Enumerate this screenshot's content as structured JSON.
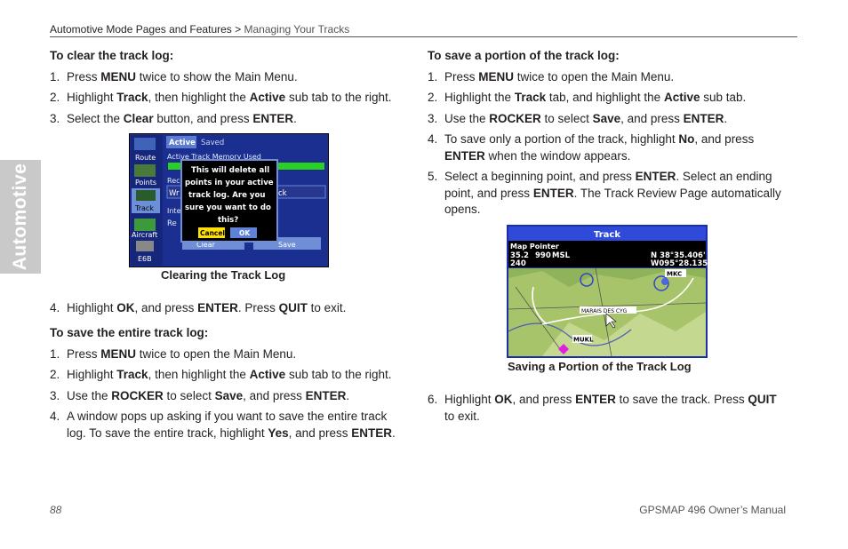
{
  "header": {
    "breadcrumb_main": "Automotive Mode Pages and Features > ",
    "breadcrumb_sub": "Managing Your Tracks"
  },
  "side_tab": "Automotive",
  "left": {
    "clear": {
      "heading": "To clear the track log:",
      "steps": [
        {
          "num": "1.",
          "parts": [
            [
              "Press ",
              false
            ],
            [
              "MENU",
              true
            ],
            [
              " twice to show the Main Menu.",
              false
            ]
          ]
        },
        {
          "num": "2.",
          "parts": [
            [
              "Highlight ",
              false
            ],
            [
              "Track",
              true
            ],
            [
              ", then highlight the ",
              false
            ],
            [
              "Active",
              true
            ],
            [
              " sub tab to the right.",
              false
            ]
          ]
        },
        {
          "num": "3.",
          "parts": [
            [
              "Select the ",
              false
            ],
            [
              "Clear",
              true
            ],
            [
              " button, and press ",
              false
            ],
            [
              "ENTER",
              true
            ],
            [
              ".",
              false
            ]
          ]
        }
      ],
      "step4": {
        "num": "4.",
        "parts": [
          [
            "Highlight ",
            false
          ],
          [
            "OK",
            true
          ],
          [
            ", and press ",
            false
          ],
          [
            "ENTER",
            true
          ],
          [
            ". Press ",
            false
          ],
          [
            "QUIT",
            true
          ],
          [
            " to exit.",
            false
          ]
        ]
      }
    },
    "figure1": {
      "caption": "Clearing the Track Log",
      "sidebar": [
        "Route",
        "Points",
        "Track",
        "Aircraft",
        "E6B"
      ],
      "tabs": [
        "Active",
        "Saved"
      ],
      "memory_text": "Active Track Memory Used",
      "row_fragments": [
        "Rec",
        "Wr",
        "ck",
        "Inte",
        "Re"
      ],
      "dialog_lines": [
        "This will delete all",
        "points in your active",
        "track log.  Are you",
        "sure you want to do",
        "this?"
      ],
      "cancel": "Cancel",
      "ok": "OK",
      "bottom_buttons": [
        "Clear",
        "Save"
      ]
    },
    "save_entire": {
      "heading": "To save the entire track log:",
      "steps": [
        {
          "num": "1.",
          "parts": [
            [
              "Press ",
              false
            ],
            [
              "MENU",
              true
            ],
            [
              " twice to open the Main Menu.",
              false
            ]
          ]
        },
        {
          "num": "2.",
          "parts": [
            [
              "Highlight ",
              false
            ],
            [
              "Track",
              true
            ],
            [
              ", then highlight the ",
              false
            ],
            [
              "Active",
              true
            ],
            [
              " sub tab to the right.",
              false
            ]
          ]
        },
        {
          "num": "3.",
          "parts": [
            [
              "Use the ",
              false
            ],
            [
              "ROCKER",
              true
            ],
            [
              " to select ",
              false
            ],
            [
              "Save",
              true
            ],
            [
              ", and press ",
              false
            ],
            [
              "ENTER",
              true
            ],
            [
              ".",
              false
            ]
          ]
        },
        {
          "num": "4.",
          "parts": [
            [
              "A window pops up asking if you want to save the entire track log. To save the entire track, highlight ",
              false
            ],
            [
              "Yes",
              true
            ],
            [
              ", and press ",
              false
            ],
            [
              "ENTER",
              true
            ],
            [
              ".",
              false
            ]
          ]
        }
      ]
    }
  },
  "right": {
    "save_portion": {
      "heading": "To save a portion of the track log:",
      "steps": [
        {
          "num": "1.",
          "parts": [
            [
              "Press ",
              false
            ],
            [
              "MENU",
              true
            ],
            [
              " twice to open the Main Menu.",
              false
            ]
          ]
        },
        {
          "num": "2.",
          "parts": [
            [
              "Highlight the ",
              false
            ],
            [
              "Track",
              true
            ],
            [
              " tab, and highlight the ",
              false
            ],
            [
              "Active",
              true
            ],
            [
              " sub tab.",
              false
            ]
          ]
        },
        {
          "num": "3.",
          "parts": [
            [
              "Use the ",
              false
            ],
            [
              "ROCKER",
              true
            ],
            [
              " to select ",
              false
            ],
            [
              "Save",
              true
            ],
            [
              ", and press ",
              false
            ],
            [
              "ENTER",
              true
            ],
            [
              ".",
              false
            ]
          ]
        },
        {
          "num": "4.",
          "parts": [
            [
              "To save only a portion of the track, highlight ",
              false
            ],
            [
              "No",
              true
            ],
            [
              ", and press ",
              false
            ],
            [
              "ENTER",
              true
            ],
            [
              " when the window appears.",
              false
            ]
          ]
        },
        {
          "num": "5.",
          "parts": [
            [
              "Select a beginning point, and press ",
              false
            ],
            [
              "ENTER",
              true
            ],
            [
              ". Select an ending point, and press ",
              false
            ],
            [
              "ENTER",
              true
            ],
            [
              ". The Track Review Page automatically opens.",
              false
            ]
          ]
        }
      ],
      "step6": {
        "num": "6.",
        "parts": [
          [
            "Highlight ",
            false
          ],
          [
            "OK",
            true
          ],
          [
            ", and press ",
            false
          ],
          [
            "ENTER",
            true
          ],
          [
            " to save the track. Press ",
            false
          ],
          [
            "QUIT",
            true
          ],
          [
            " to exit.",
            false
          ]
        ]
      }
    },
    "figure2": {
      "caption": "Saving a Portion of the Track Log",
      "title": "Track",
      "map_pointer": "Map Pointer",
      "dist": "35.2",
      "alt": "990",
      "alt_unit": "MSL",
      "bearing": "240",
      "lat": "N  38°35.406'",
      "lon": "W095°28.135'",
      "labels": [
        "MKC",
        "MARAIS DES CYG",
        "MUKL"
      ]
    }
  },
  "footer": {
    "page": "88",
    "manual": "GPSMAP 496 Owner’s Manual"
  }
}
